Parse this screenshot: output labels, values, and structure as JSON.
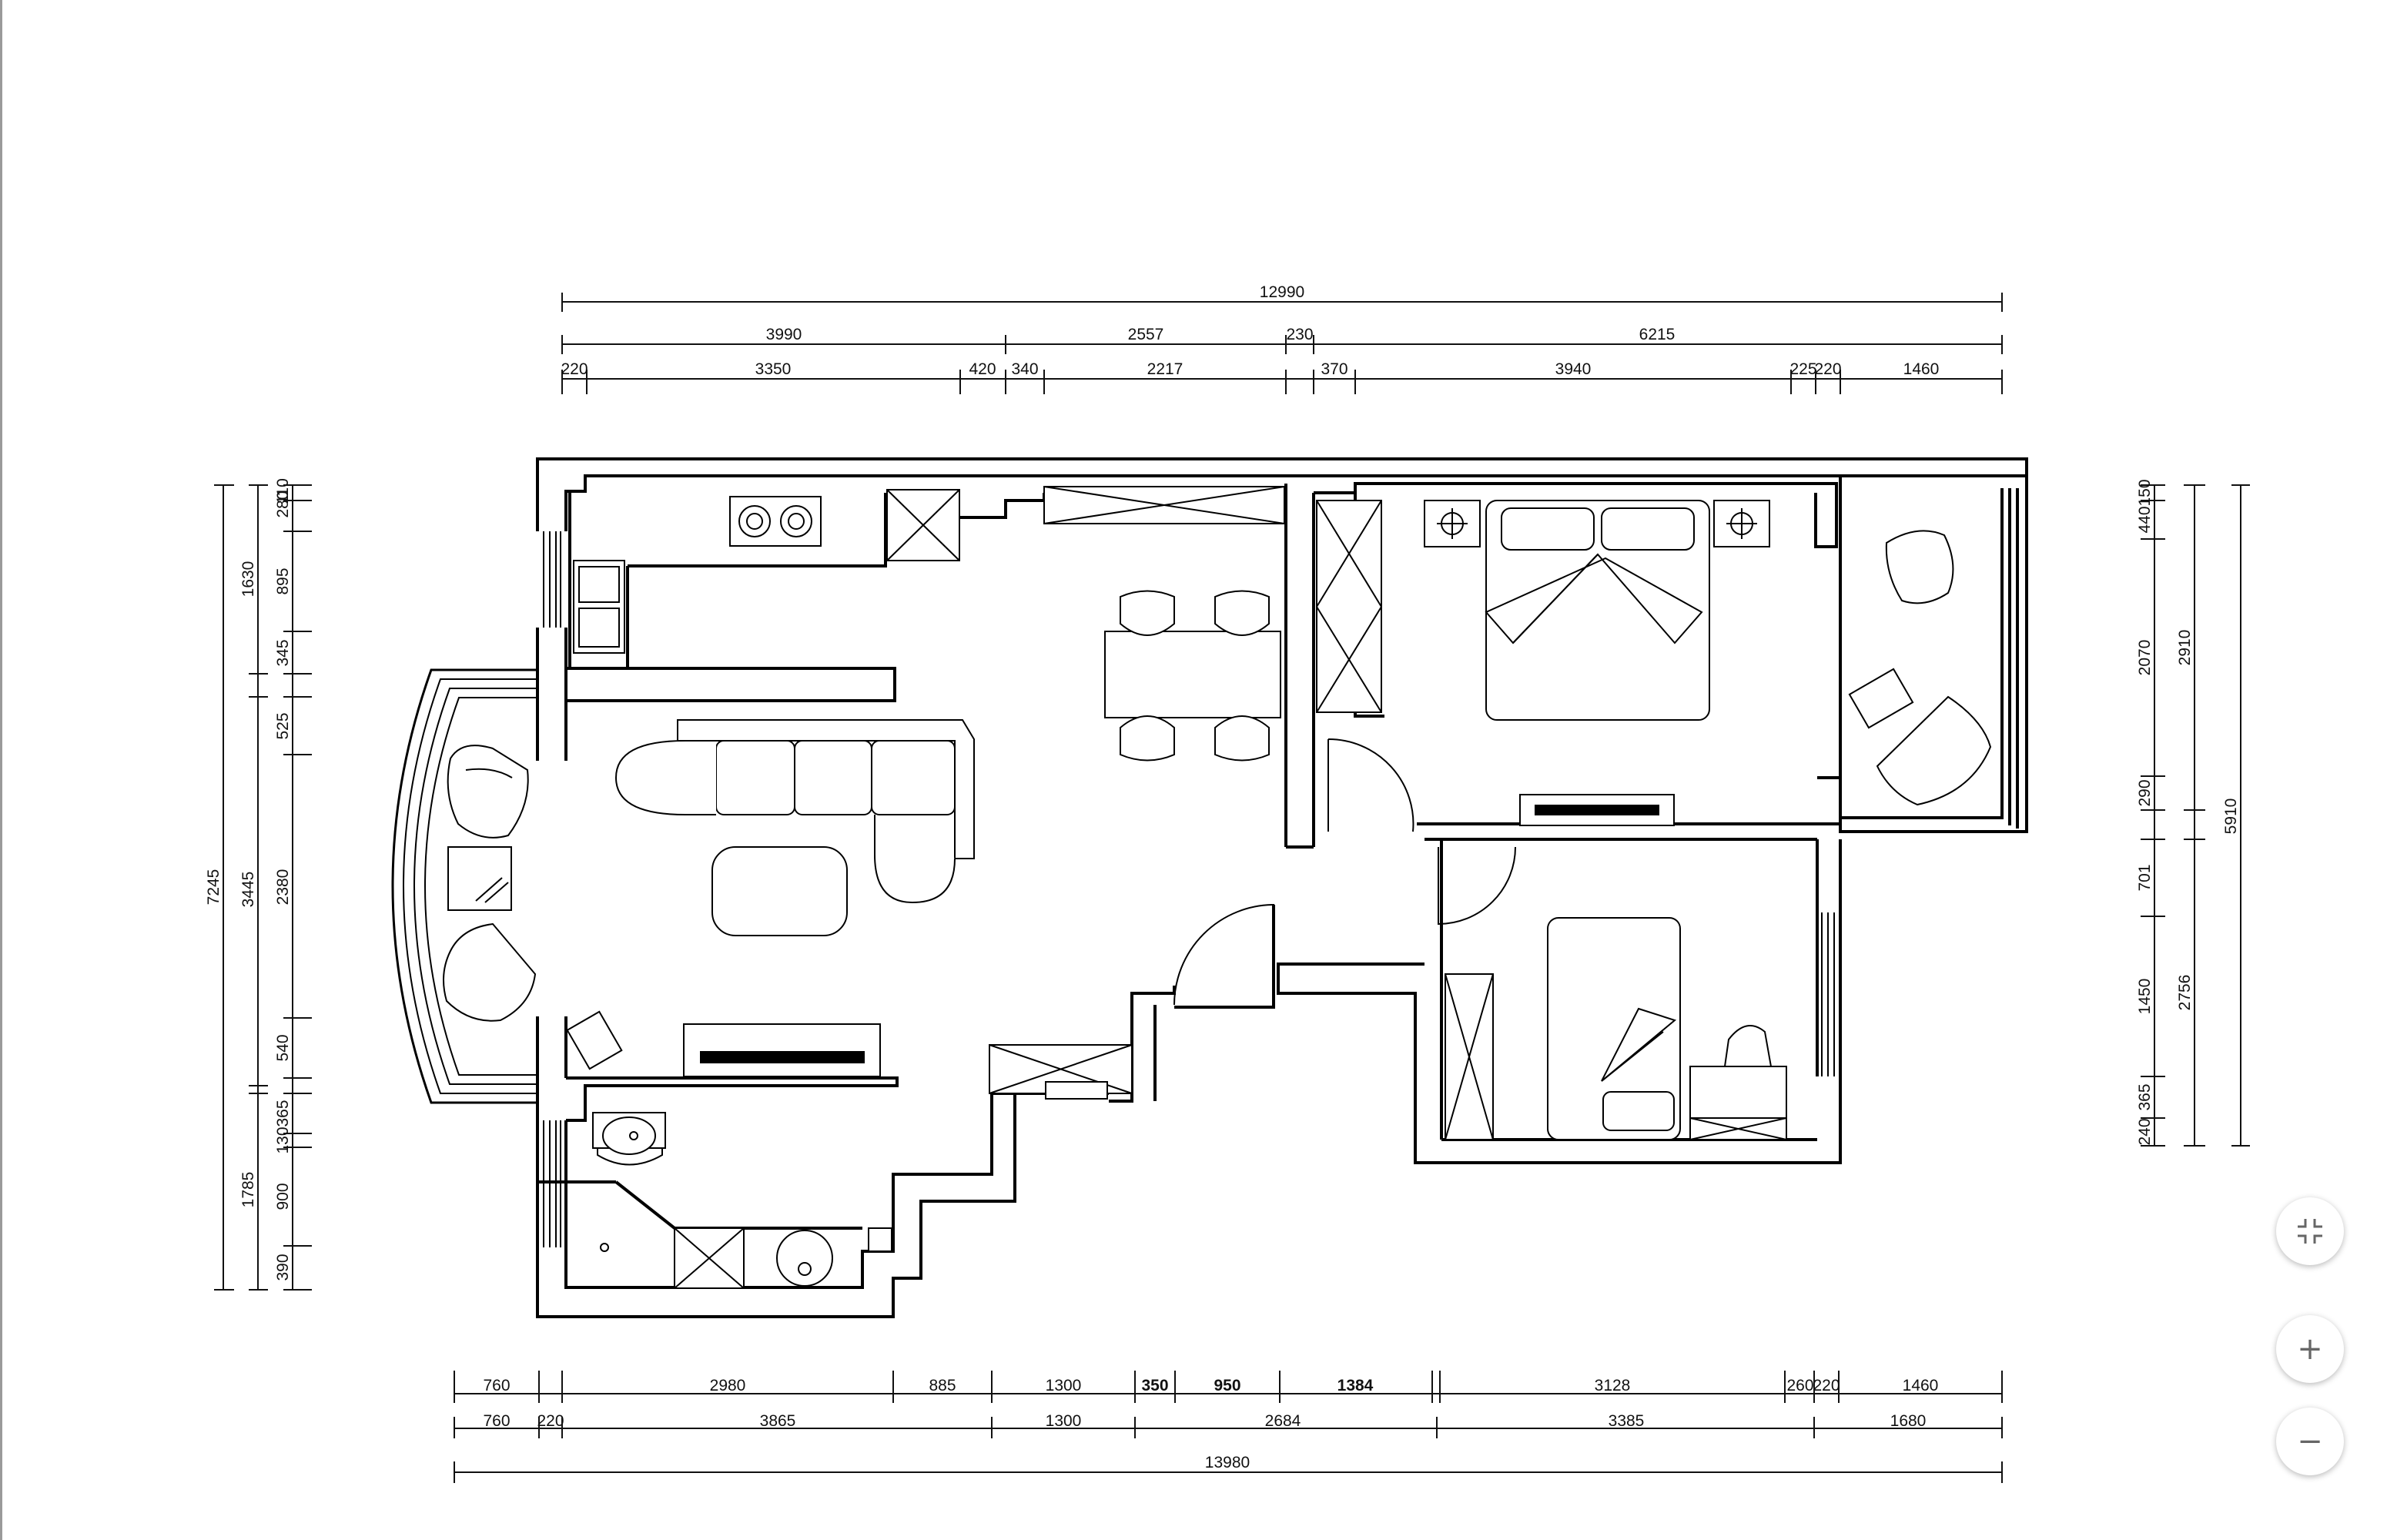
{
  "top_dims": {
    "overall": "12990",
    "row2": [
      "3990",
      "2557",
      "230",
      "6215"
    ],
    "row3": [
      "220",
      "3350",
      "420",
      "340",
      "2217",
      "370",
      "3940",
      "225",
      "220",
      "1460"
    ]
  },
  "bottom_dims": {
    "row1": [
      "760",
      "2980",
      "885",
      "1300",
      "350",
      "950",
      "1384",
      "3128",
      "260",
      "220",
      "1460"
    ],
    "row2": [
      "760",
      "220",
      "3865",
      "1300",
      "2684",
      "3385",
      "1680"
    ],
    "overall": "13980"
  },
  "left_dims": {
    "overall": "7245",
    "col2": [
      "1630",
      "3445",
      "1785"
    ],
    "col3": [
      "280",
      "110",
      "895",
      "345",
      "525",
      "2380",
      "540",
      "365",
      "130",
      "900",
      "390"
    ]
  },
  "right_dims": {
    "overall": "5910",
    "col2": [
      "2910",
      "2756"
    ],
    "col3": [
      "440",
      "150",
      "2070",
      "290",
      "701",
      "1450",
      "365",
      "240"
    ]
  },
  "icons": {
    "collapse": "collapse-icon",
    "zoom_in": "plus-icon",
    "zoom_out": "minus-icon"
  },
  "controls": {
    "zoom_in_glyph": "+",
    "zoom_out_glyph": "−"
  }
}
